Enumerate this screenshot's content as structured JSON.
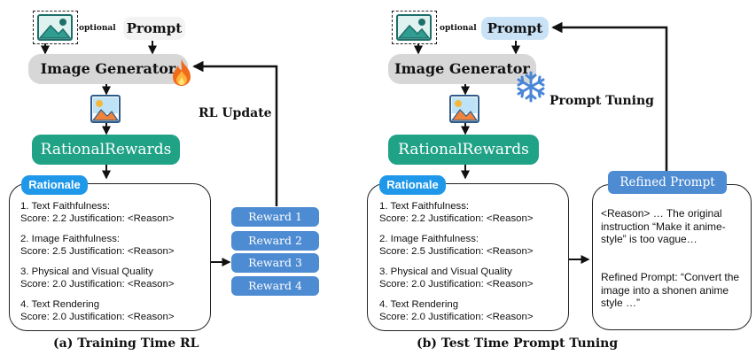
{
  "left": {
    "optional_label": "optional",
    "prompt": "Prompt",
    "generator": "Image Generator",
    "rewards_model": "RationalRewards",
    "rationale_tag": "Rationale",
    "items": [
      {
        "title": "1. Text Faithfulness:",
        "detail": "Score: 2.2  Justification: <Reason>"
      },
      {
        "title": "2.  Image Faithfulness:",
        "detail": "Score: 2.5 Justification: <Reason>"
      },
      {
        "title": "3. Physical and Visual Quality",
        "detail": "Score: 2.0 Justification: <Reason>"
      },
      {
        "title": "4. Text Rendering",
        "detail": "Score: 2.0 Justification: <Reason>"
      }
    ],
    "rewards": [
      "Reward 1",
      "Reward 2",
      "Reward 3",
      "Reward 4"
    ],
    "update_label": "RL Update",
    "caption": "(a)  Training Time RL"
  },
  "right": {
    "optional_label": "optional",
    "prompt": "Prompt",
    "generator": "Image Generator",
    "tuning_label": "Prompt Tuning",
    "rewards_model": "RationalRewards",
    "rationale_tag": "Rationale",
    "items": [
      {
        "title": "1. Text Faithfulness:",
        "detail": "Score: 2.2  Justification: <Reason>"
      },
      {
        "title": "2.  Image Faithfulness:",
        "detail": "Score: 2.5 Justification: <Reason>"
      },
      {
        "title": "3. Physical and Visual Quality",
        "detail": "Score: 2.0 Justification: <Reason>"
      },
      {
        "title": "4. Text Rendering",
        "detail": "Score: 2.0 Justification: <Reason>"
      }
    ],
    "refined_tag": "Refined Prompt",
    "refined_reason": "<Reason> … The original instruction “Make it anime-style” is too vague…",
    "refined_prompt": "Refined Prompt: “Convert the image into a shonen anime style …”",
    "caption": "(b)  Test Time Prompt Tuning"
  },
  "colors": {
    "rationale_blue": "#1f98ea",
    "rewards_green": "#20a287",
    "reward_blue": "#4d8bd2",
    "generator_gray": "#d7d7d7",
    "prompt_right_blue": "#c9e2f6"
  },
  "icons": [
    "image-icon",
    "fire-icon",
    "snowflake-icon"
  ]
}
